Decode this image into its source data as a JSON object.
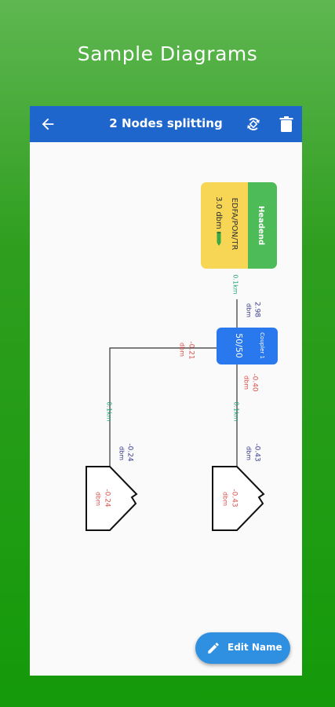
{
  "page": {
    "heading": "Sample Diagrams"
  },
  "appbar": {
    "title": "2 Nodes splitting"
  },
  "headend": {
    "label": "Headend",
    "line1": "EDFA/PON/TR",
    "line2": "3.0 dbm",
    "colors": {
      "header": "#4cbb58",
      "body": "#f6d654"
    }
  },
  "coupler": {
    "label": "Coupler 1",
    "ratio": "50/50",
    "color": "#2a78ee"
  },
  "links": {
    "feed": {
      "distance": "0.1km",
      "value": "2.98",
      "unit": "dbm"
    },
    "branch_left": {
      "value": "-0.21",
      "unit": "dbm",
      "distance": "0.1km",
      "end_value": "-0.24",
      "end_unit": "dbm"
    },
    "branch_right": {
      "value": "-0.40",
      "unit": "dbm",
      "distance": "0.1km",
      "end_value": "-0.43",
      "end_unit": "dbm"
    }
  },
  "houses": {
    "left": {
      "value": "-0.24",
      "unit": "dbm"
    },
    "right": {
      "value": "-0.43",
      "unit": "dbm"
    }
  },
  "fab": {
    "label": "Edit Name"
  },
  "colors": {
    "appbar": "#1f66cc",
    "received": "#3a3a8c",
    "loss": "#d9534f",
    "distance": "#2aa577"
  }
}
